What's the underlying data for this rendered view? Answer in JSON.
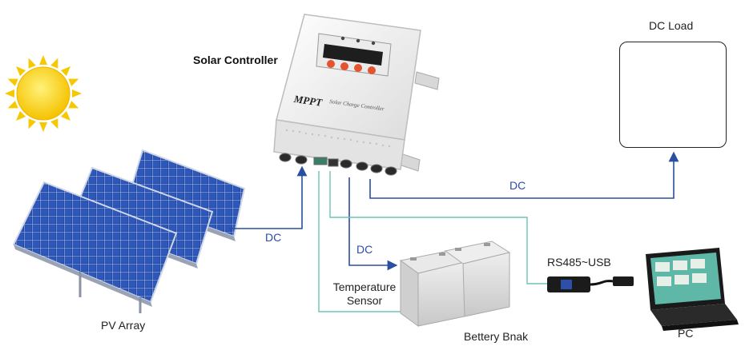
{
  "labels": {
    "controller": "Solar Controller",
    "dc_load": "DC Load",
    "pv_array": "PV Array",
    "battery_bank": "Bettery Bnak",
    "temperature_sensor_line1": "Temperature",
    "temperature_sensor_line2": "Sensor",
    "rs485_usb": "RS485~USB",
    "pc": "PC",
    "dc_to_load": "DC",
    "dc_from_pv": "DC",
    "dc_to_battery": "DC"
  },
  "controller_face": {
    "brand": "MPPT",
    "subtitle": "Solar Charge Controller"
  },
  "colors": {
    "dc_line": "#2a4ea1",
    "signal_line": "#6fc3b6",
    "sun": "#f5c800",
    "panel": "#1f3f96"
  }
}
